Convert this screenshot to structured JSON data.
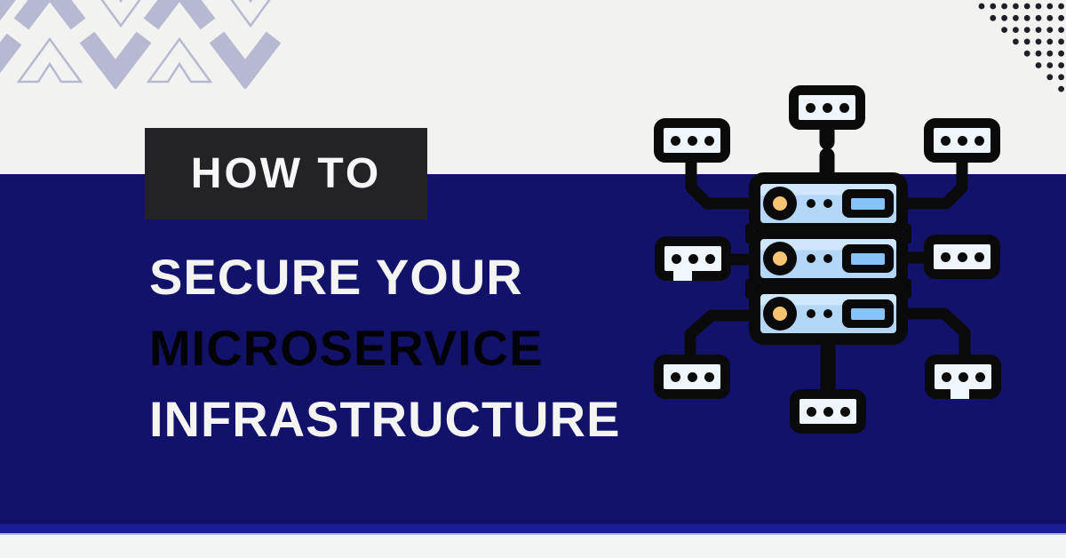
{
  "badge": {
    "label": "HOW TO"
  },
  "title": {
    "line1": "SECURE YOUR",
    "line2": "MICROSERVICE",
    "line3": "INFRASTRUCTURE"
  },
  "illustration": {
    "name": "server-network-icon",
    "server_rows": 3,
    "client_nodes": 8
  },
  "decorations": {
    "top_left": "chevron-pattern",
    "top_right": "dots-triangle-pattern"
  },
  "colors": {
    "background_top": "#f2f3f1",
    "background_main": "#12126b",
    "bottom_strip_blue": "#1b1c99",
    "bottom_strip_light": "#f3f5f4",
    "badge_background": "#232327",
    "badge_text": "#f7f7f7",
    "title_light": "#f4f4f3",
    "title_dark": "#030303",
    "chevron": "#b7b9d2",
    "dots": "#1f1f28",
    "outline": "#0a0a0a",
    "server_fill": "#b4d7f8",
    "server_screen": "#87c2f8",
    "server_led": "#f8c472",
    "node_fill": "#eff6fd"
  }
}
